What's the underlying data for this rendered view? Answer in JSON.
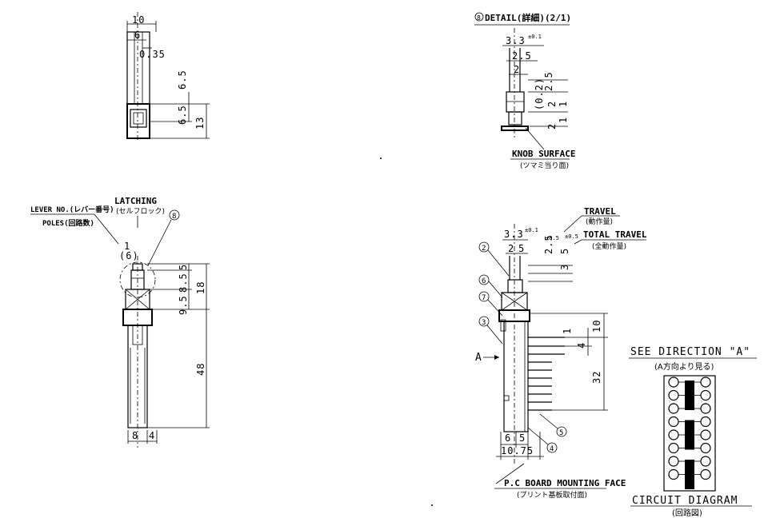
{
  "top_left": {
    "dim_overall_width": "10",
    "dim_inner_width": "6",
    "dim_offset": "0.35",
    "dim_height_upper": "6.5",
    "dim_height_inner": "6.5",
    "dim_height_total": "13"
  },
  "detail": {
    "title": "DETAIL(詳細)(2/1)",
    "title_marker": "8",
    "dim_width": "3.3",
    "dim_width_tol": "±0.1",
    "dim_mid": "2.5",
    "dim_inner": "2",
    "dim_v1": "2.5",
    "dim_v2": "(0.2)",
    "dim_v3": "2",
    "dim_v4": "1",
    "dim_v5": "2",
    "dim_v6": "1",
    "knob_label": "KNOB SURFACE",
    "knob_label_jp": "(ツマミ当り面)"
  },
  "side_view": {
    "latching": "LATCHING",
    "latching_jp": "(セルフロック)",
    "lever_no": "LEVER NO.(レバー番号)",
    "poles": "POLES(回路数)",
    "lever_value": "1",
    "poles_value": "(6)",
    "detail_marker": "8",
    "dim_top": "5",
    "dim_mid1": "8.5",
    "dim_mid2": "9.5",
    "dim_18": "18",
    "dim_48": "48",
    "dim_bottom_a": "8",
    "dim_bottom_b": "4"
  },
  "front_view": {
    "travel": "TRAVEL",
    "travel_jp": "(動作量)",
    "total_travel": "TOTAL TRAVEL",
    "total_travel_jp": "(全動作量)",
    "dim_width": "3.3",
    "dim_width_tol": "±0.1",
    "dim_inner": "2",
    "dim_inner2": "5",
    "dim_travel": "2.5",
    "dim_travel_tol": "±0.5",
    "dim_total": "5",
    "dim_total_tol": "±0.5",
    "dim_3": "3",
    "dim_1": "1",
    "dim_4": "4",
    "dim_10": "10",
    "dim_32": "32",
    "dim_bottom_a": "6",
    "dim_bottom_b": "5",
    "dim_bottom_total": "10.75",
    "direction_label": "A",
    "markers": [
      "2",
      "6",
      "7",
      "3",
      "4",
      "5"
    ],
    "pcb_label": "P.C BOARD MOUNTING FACE",
    "pcb_label_jp": "(プリント基板取付面)"
  },
  "circuit": {
    "see_direction": "SEE DIRECTION \"A\"",
    "see_direction_jp": "(A方向より見る)",
    "title": "CIRCUIT DIAGRAM",
    "title_jp": "(回路図)"
  }
}
